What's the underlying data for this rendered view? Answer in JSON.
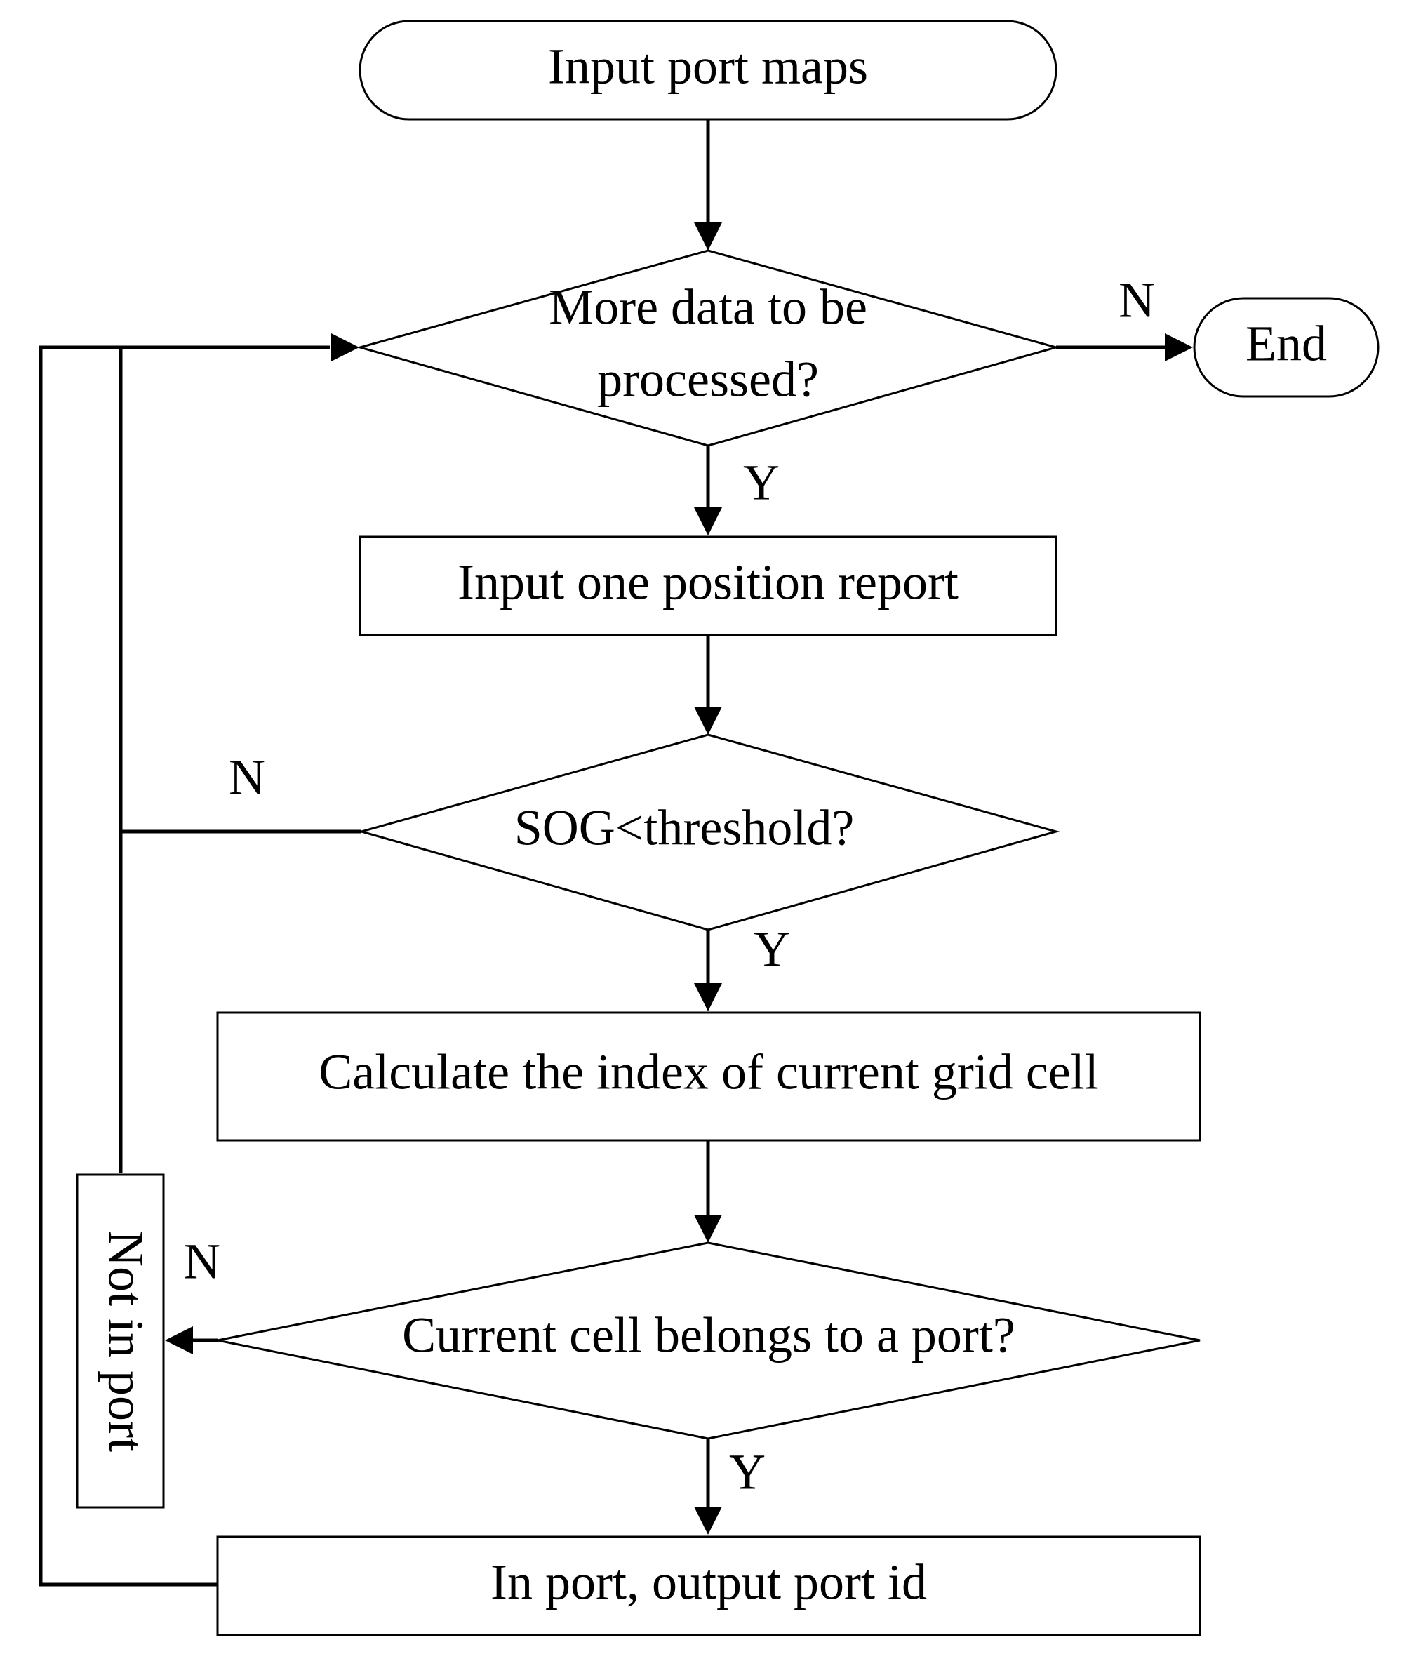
{
  "diagram": {
    "nodes": {
      "start": {
        "label": "Input port maps"
      },
      "more_data": {
        "lines": [
          "More data to be",
          "processed?"
        ]
      },
      "input_report": {
        "label": "Input one position report"
      },
      "sog_check": {
        "label": "SOG<threshold?"
      },
      "calc_index": {
        "label": "Calculate the index of current grid cell"
      },
      "port_check": {
        "label": "Current cell belongs to a port?"
      },
      "not_in_port": {
        "label": "Not in port"
      },
      "output_port": {
        "label": "In port, output port id"
      },
      "end": {
        "label": "End"
      }
    },
    "edge_labels": {
      "more_data_no": "N",
      "more_data_yes": "Y",
      "sog_no": "N",
      "sog_yes": "Y",
      "port_no": "N",
      "port_yes": "Y"
    }
  }
}
